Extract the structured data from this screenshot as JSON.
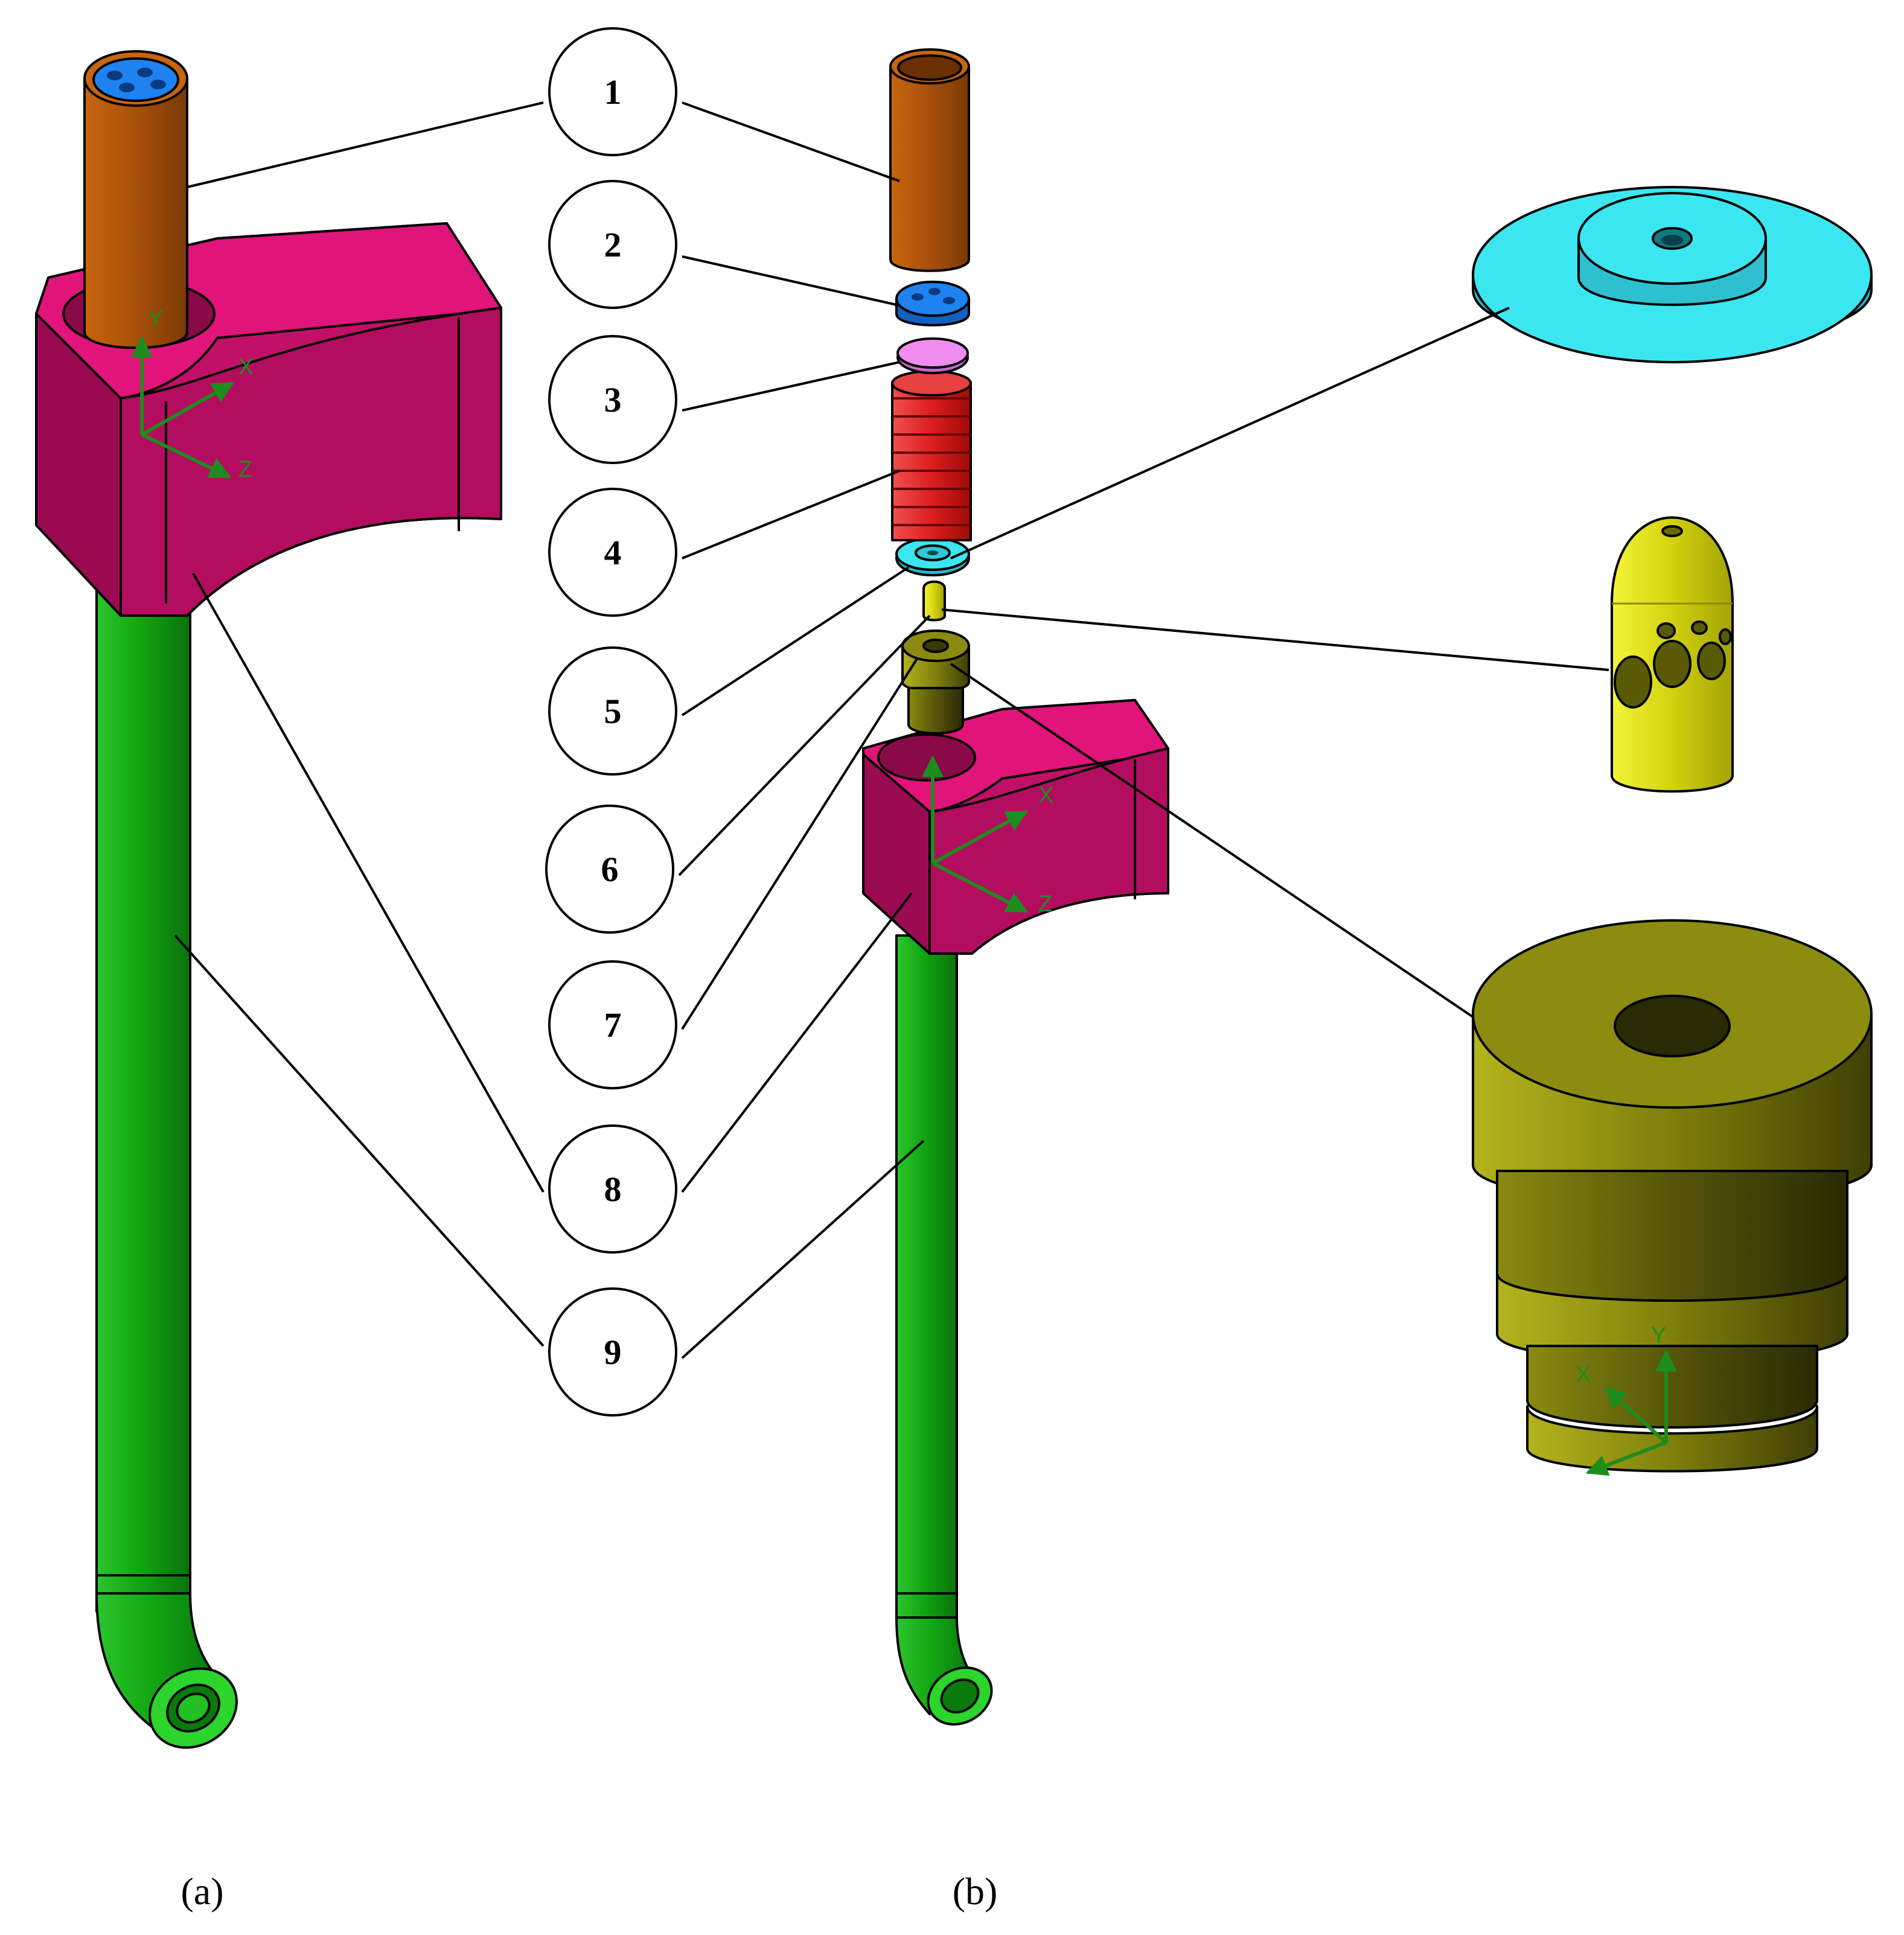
{
  "callouts": [
    "1",
    "2",
    "3",
    "4",
    "5",
    "6",
    "7",
    "8",
    "9"
  ],
  "captions": {
    "a": "(a)",
    "b": "(b)"
  },
  "axes": {
    "x": "X",
    "y": "Y",
    "z": "Z"
  },
  "colors": {
    "tube_copper": "#a8500a",
    "block_magenta": "#e0147a",
    "pipe_green": "#12a512",
    "disc_blue": "#1e82f0",
    "disc_pink": "#f08cf0",
    "spring_red": "#dc1e1e",
    "washer_cyan": "#3ce6f0",
    "plug_olive": "#9a9a10",
    "nozzle_yellow": "#e6e614",
    "axis_green": "#1e8c1e"
  }
}
